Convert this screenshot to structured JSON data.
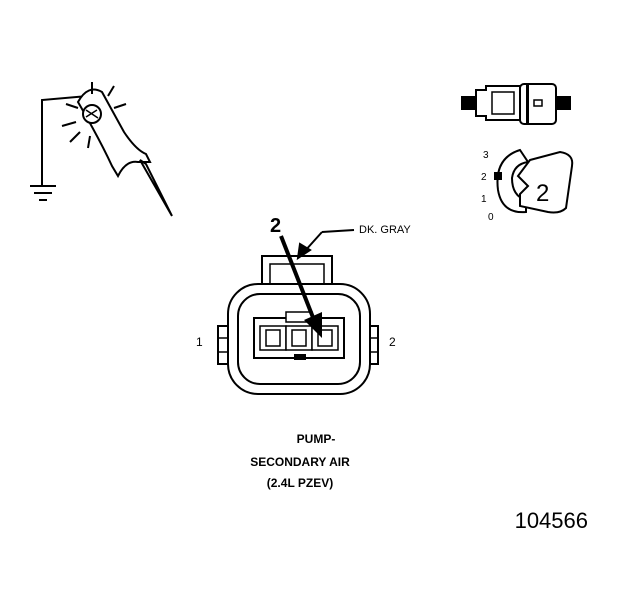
{
  "diagram": {
    "wire_color_label": "DK. GRAY",
    "callout_pin_label": "2",
    "connector_side_left": "1",
    "connector_side_right": "2",
    "caption_line1": "PUMP-",
    "caption_line2": "SECONDARY AIR",
    "caption_line3": "(2.4L PZEV)",
    "figure_number": "104566",
    "probe_symbol": "test-light-probe",
    "ground_symbol": "ground-symbol",
    "terminal_position_scale": [
      "3",
      "2",
      "1",
      "0"
    ],
    "terminal_position_number": "2"
  }
}
